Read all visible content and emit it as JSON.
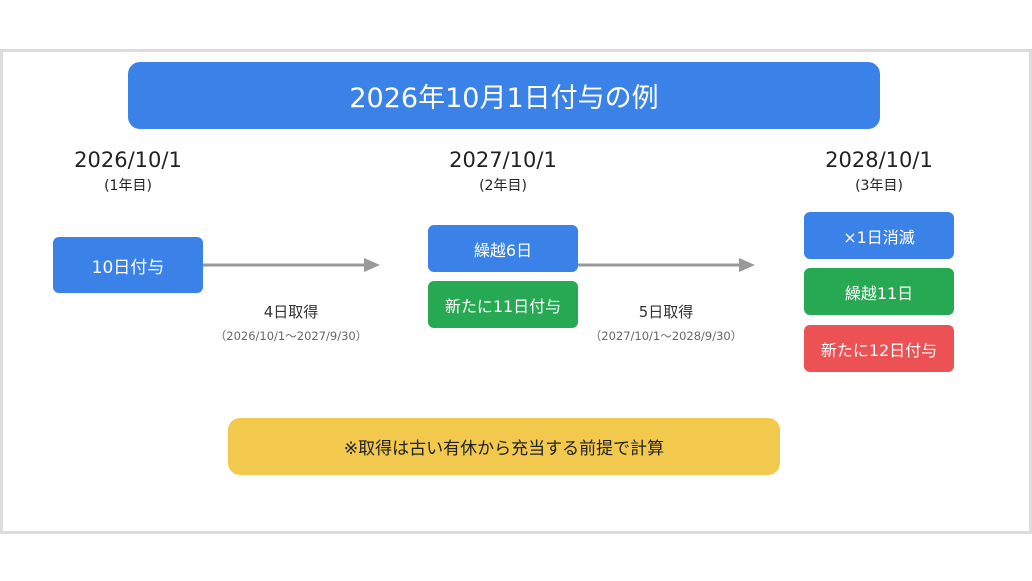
{
  "title": "2026年10月1日付与の例",
  "columns": [
    {
      "date": "2026/10/1",
      "year": "(1年目)"
    },
    {
      "date": "2027/10/1",
      "year": "(2年目)"
    },
    {
      "date": "2028/10/1",
      "year": "(3年目)"
    }
  ],
  "boxes": {
    "col1": [
      "10日付与"
    ],
    "col2": [
      "繰越6日",
      "新たに11日付与"
    ],
    "col3": [
      "×1日消滅",
      "繰越11日",
      "新たに12日付与"
    ]
  },
  "transitions": [
    {
      "taken": "4日取得",
      "period": "（2026/10/1〜2027/9/30）"
    },
    {
      "taken": "5日取得",
      "period": "（2027/10/1〜2028/9/30）"
    }
  ],
  "note": "※取得は古い有休から充当する前提で計算",
  "colors": {
    "blue": "#3a82e8",
    "green": "#27a853",
    "red": "#ec5254",
    "yellow": "#f2c94c",
    "arrow": "#999999"
  }
}
